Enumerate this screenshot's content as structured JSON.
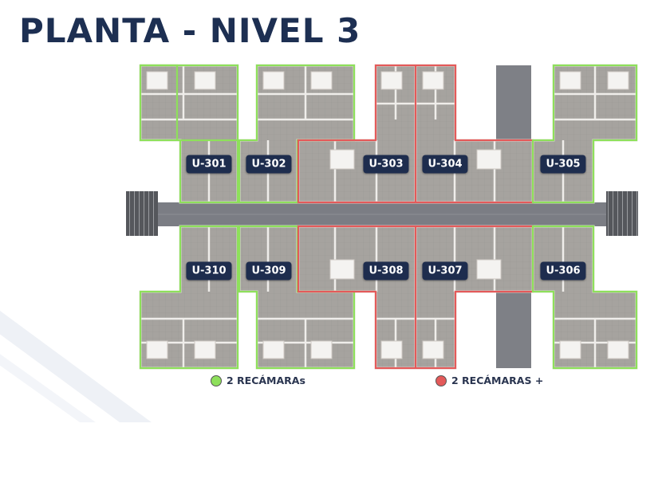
{
  "title": "PLANTA - NIVEL 3",
  "colors": {
    "title": "#1d2f52",
    "label_bg": "#1e2d4e",
    "green_outline": "#8ee05b",
    "red_outline": "#e45a5a",
    "corridor": "#7d7f86",
    "floor": "#a9a6a2",
    "wall": "#ebe9e5"
  },
  "units": [
    {
      "id": "U-301",
      "type": "2 RECÁMARAs"
    },
    {
      "id": "U-302",
      "type": "2 RECÁMARAs"
    },
    {
      "id": "U-303",
      "type": "2 RECÁMARAS +"
    },
    {
      "id": "U-304",
      "type": "2 RECÁMARAS +"
    },
    {
      "id": "U-305",
      "type": "2 RECÁMARAs"
    },
    {
      "id": "U-306",
      "type": "2 RECÁMARAs"
    },
    {
      "id": "U-307",
      "type": "2 RECÁMARAS +"
    },
    {
      "id": "U-308",
      "type": "2 RECÁMARAS +"
    },
    {
      "id": "U-309",
      "type": "2 RECÁMARAs"
    },
    {
      "id": "U-310",
      "type": "2 RECÁMARAs"
    }
  ],
  "legend": [
    {
      "label": "2 RECÁMARAs",
      "color": "#8ee05b"
    },
    {
      "label": "2 RECÁMARAS +",
      "color": "#e45a5a"
    }
  ]
}
